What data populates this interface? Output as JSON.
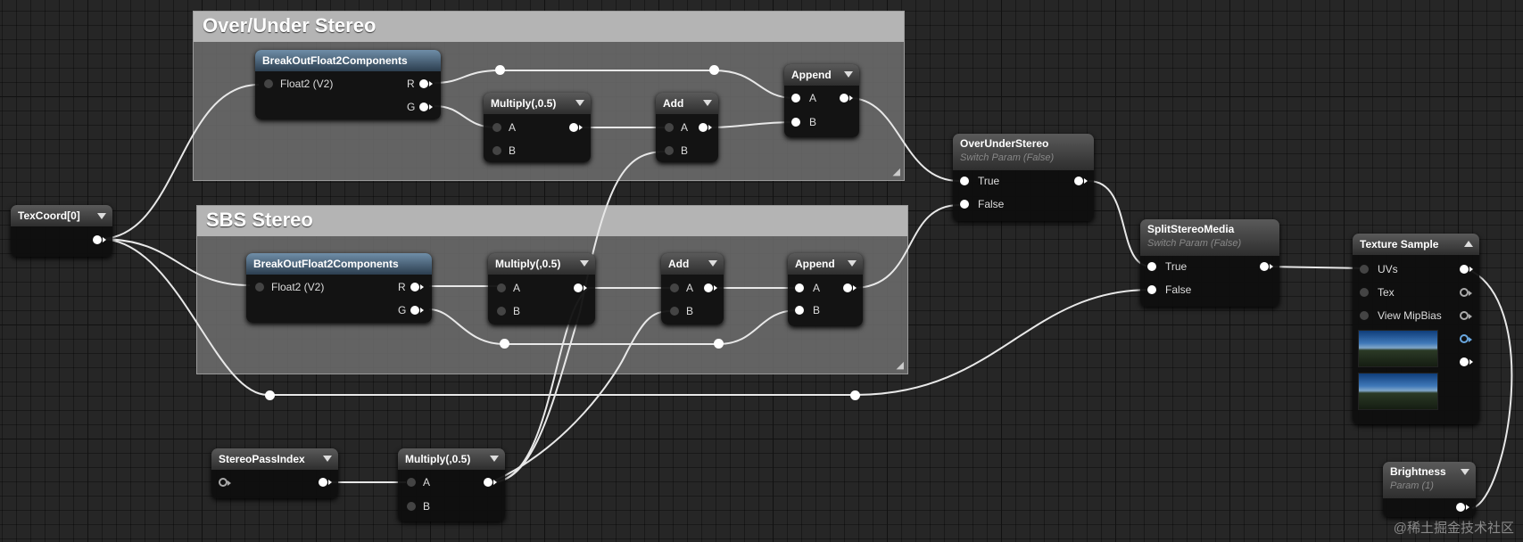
{
  "comments": {
    "over_under": {
      "title": "Over/Under Stereo"
    },
    "sbs": {
      "title": "SBS Stereo"
    }
  },
  "pins": {
    "A": "A",
    "B": "B",
    "R": "R",
    "G": "G",
    "true": "True",
    "false": "False"
  },
  "nodes": {
    "texcoord": {
      "title": "TexCoord[0]"
    },
    "break_ou": {
      "title": "BreakOutFloat2Components",
      "input": "Float2 (V2)"
    },
    "mul_ou": {
      "title": "Multiply(,0.5)"
    },
    "add_ou": {
      "title": "Add"
    },
    "append_ou": {
      "title": "Append"
    },
    "break_sbs": {
      "title": "BreakOutFloat2Components",
      "input": "Float2 (V2)"
    },
    "mul_sbs": {
      "title": "Multiply(,0.5)"
    },
    "add_sbs": {
      "title": "Add"
    },
    "append_sbs": {
      "title": "Append"
    },
    "overunder": {
      "title": "OverUnderStereo",
      "subtitle": "Switch Param (False)"
    },
    "split": {
      "title": "SplitStereoMedia",
      "subtitle": "Switch Param (False)"
    },
    "texsample": {
      "title": "Texture Sample",
      "uvs": "UVs",
      "tex": "Tex",
      "mip": "View MipBias"
    },
    "stereopass": {
      "title": "StereoPassIndex"
    },
    "mul_pass": {
      "title": "Multiply(,0.5)"
    },
    "brightness": {
      "title": "Brightness",
      "subtitle": "Param (1)"
    }
  },
  "watermark": "@稀土掘金技术社区",
  "colors": {
    "wire": "#ffffff",
    "canvas": "#262626",
    "header_blue": "#4e6e8c"
  }
}
